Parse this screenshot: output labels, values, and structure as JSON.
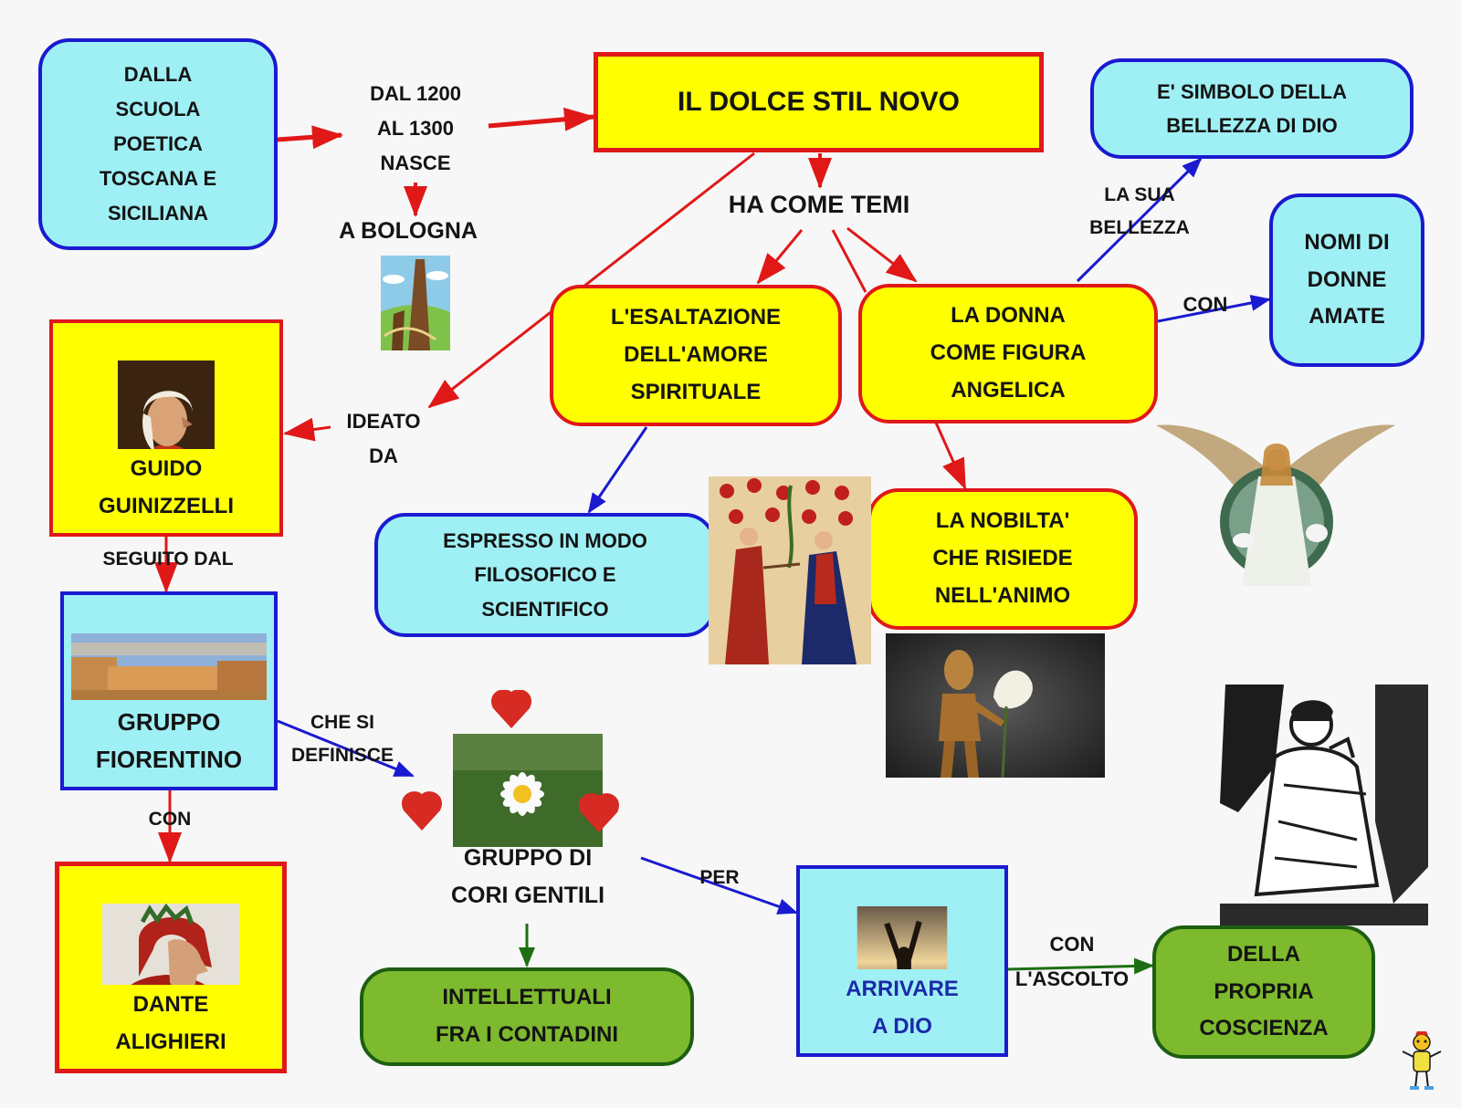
{
  "title": "IL   DOLCE   STIL   NOVO",
  "nodes": {
    "origin": "DALLA\nSCUOLA\nPOETICA\nTOSCANA    E\nSICILIANA",
    "themes": "L'ESALTAZIONE\nDELL'AMORE\nSPIRITUALE",
    "woman": "LA    DONNA\nCOME     FIGURA\nANGELICA",
    "symbol": "E'    SIMBOLO      DELLA\nBELLEZZA     DI   DIO",
    "names": "NOMI   DI\nDONNE\nAMATE",
    "expressed": "ESPRESSO     IN    MODO\nFILOSOFICO     E\nSCIENTIFICO",
    "nobility": "LA    NOBILTA'\nCHE    RISIEDE\nNELL'ANIMO",
    "guido": "GUIDO\nGUINIZZELLI",
    "group": "GRUPPO\nFIORENTINO",
    "dante": "DANTE\nALIGHIERI",
    "intellectuals": "INTELLETTUALI\nFRA   I    CONTADINI",
    "god": "ARRIVARE\nA   DIO",
    "conscience": "DELLA\nPROPRIA\nCOSCIENZA"
  },
  "labels": {
    "born": "DAL    1200\nAL   1300\nNASCE",
    "bologna": "A    BOLOGNA",
    "themes_connector": "HA    COME     TEMI",
    "its_beauty": "LA    SUA\nBELLEZZA",
    "with_names": "CON",
    "created_by": "IDEATO\nDA",
    "followed_by": "SEGUITO       DAL",
    "calls_itself": "CHE    SI\nDEFINISCE",
    "with_dante": "CON",
    "gentle_hearts": "GRUPPO     DI\nCORI     GENTILI",
    "for": "PER",
    "with_listening": "CON\nL'ASCOLTO"
  },
  "pictures": {
    "tower": "bologna-tower-icon",
    "guido": "guido-portrait-icon",
    "florence": "ponte-vecchio-icon",
    "dante": "dante-portrait-icon",
    "lovers": "medieval-lovers-icon",
    "wooden": "wooden-figure-rose-icon",
    "angel": "angel-woman-icon",
    "daisy": "daisy-hearts-icon",
    "sunset": "raised-arms-icon",
    "knight": "dreaming-knight-icon",
    "mascot": "mascot-icon"
  },
  "colors": {
    "red_arrow": "#e01818",
    "blue_arrow": "#1a1ad0",
    "green_arrow": "#1d6e12",
    "yellow": "#ffff00",
    "cyan": "#9ff0f5",
    "green": "#7dba2d"
  }
}
